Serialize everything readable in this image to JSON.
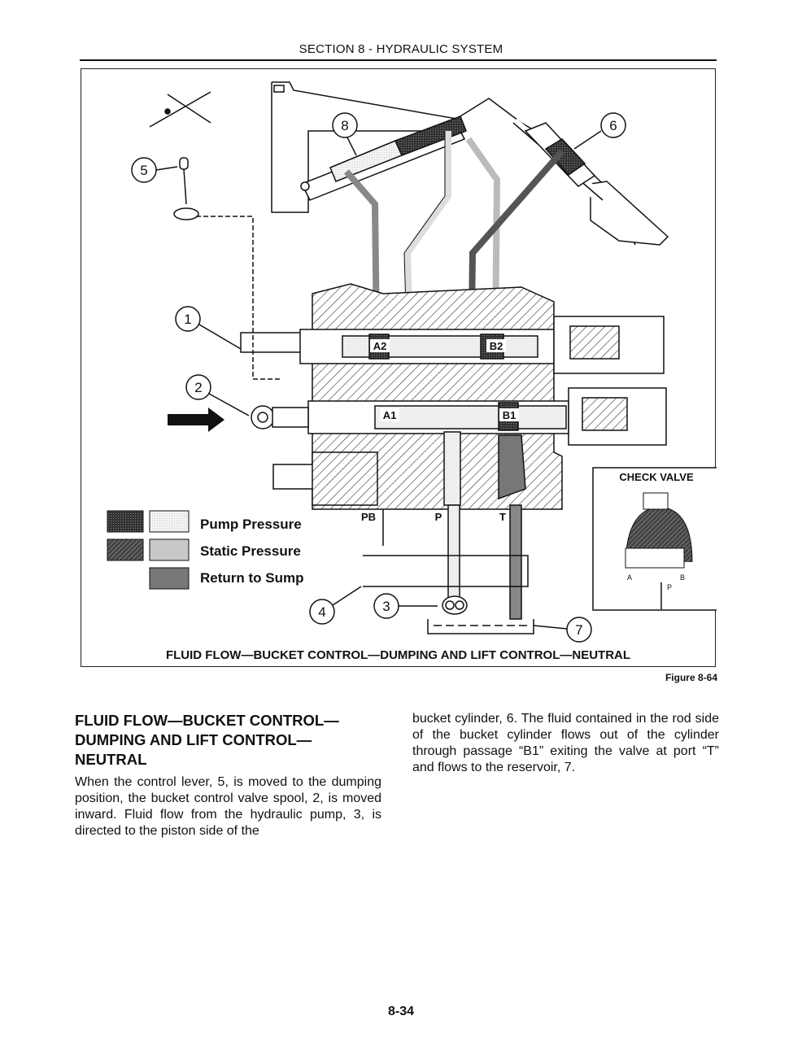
{
  "header": {
    "section": "SECTION 8 - HYDRAULIC SYSTEM"
  },
  "figure": {
    "callouts": [
      "1",
      "2",
      "3",
      "4",
      "5",
      "6",
      "7",
      "8"
    ],
    "ports": {
      "a2": "A2",
      "b2": "B2",
      "a1": "A1",
      "b1": "B1",
      "pb": "PB",
      "p": "P",
      "t": "T"
    },
    "check_valve": {
      "title": "CHECK VALVE",
      "a": "A",
      "b": "B",
      "p": "P"
    },
    "legend": [
      {
        "label": "Pump Pressure"
      },
      {
        "label": "Static Pressure"
      },
      {
        "label": "Return to Sump"
      }
    ],
    "caption": "FLUID FLOW—BUCKET CONTROL—DUMPING AND LIFT CONTROL—NEUTRAL",
    "ref": "Figure 8-64"
  },
  "body": {
    "heading": "FLUID FLOW—BUCKET CONTROL— DUMPING AND LIFT CONTROL— NEUTRAL",
    "para_left": "When the control lever, 5, is moved to the dumping position, the bucket control valve spool, 2, is moved inward. Fluid flow from the hydraulic pump, 3, is directed to the piston side of the",
    "para_right": "bucket cylinder, 6. The fluid contained in the rod side of the bucket cylinder flows out of the cylinder through passage “B1” exiting the valve at port “T” and flows to the reservoir, 7."
  },
  "footer": {
    "page": "8-34"
  },
  "colors": {
    "ink": "#111111",
    "return": "#7a7a7a",
    "static": "#bdbdbd",
    "pump": "#f2f2f2"
  }
}
